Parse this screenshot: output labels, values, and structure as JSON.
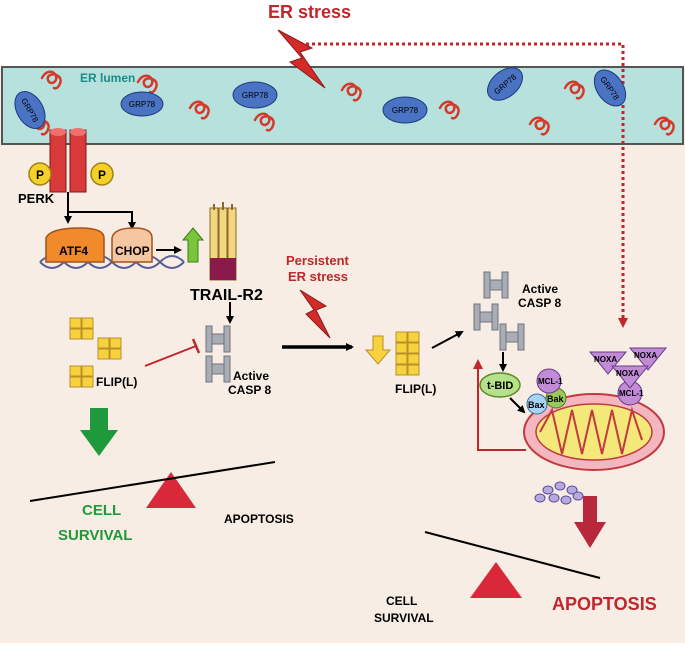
{
  "title": "ER stress",
  "lumen_label": "ER lumen",
  "grp78": "GRP78",
  "perk": "PERK",
  "phospho": "P",
  "atf4": "ATF4",
  "chop": "CHOP",
  "trail_r2": "TRAIL-R2",
  "active_casp8": [
    "Active",
    "CASP 8"
  ],
  "flip": "FLIP(L)",
  "persistent": [
    "Persistent",
    "ER stress"
  ],
  "tbid": "t-BID",
  "bax": "Bax",
  "bak": "Bak",
  "mcl1": "MCL-1",
  "noxa": "NOXA",
  "left_balance": {
    "survival": [
      "CELL",
      "SURVIVAL"
    ],
    "apoptosis": "APOPTOSIS"
  },
  "right_balance": {
    "survival": [
      "CELL",
      "SURVIVAL"
    ],
    "apoptosis": "APOPTOSIS"
  },
  "colors": {
    "stress_red": "#c0262c",
    "lumen_fill": "#b6e1dc",
    "cytoplasm": "#f7ede4",
    "grp78_blue": "#4a73c4",
    "survival_green": "#1f9a3a",
    "arrow_green": "#2a9d3a",
    "flip_yellow": "#f7d23c",
    "tbid_green": "#b7e08a",
    "mito_pink": "#f4b6bf",
    "mito_red": "#c03a40",
    "noxa_purple": "#c18bd6",
    "receptor_grey": "#a9aeb6"
  }
}
